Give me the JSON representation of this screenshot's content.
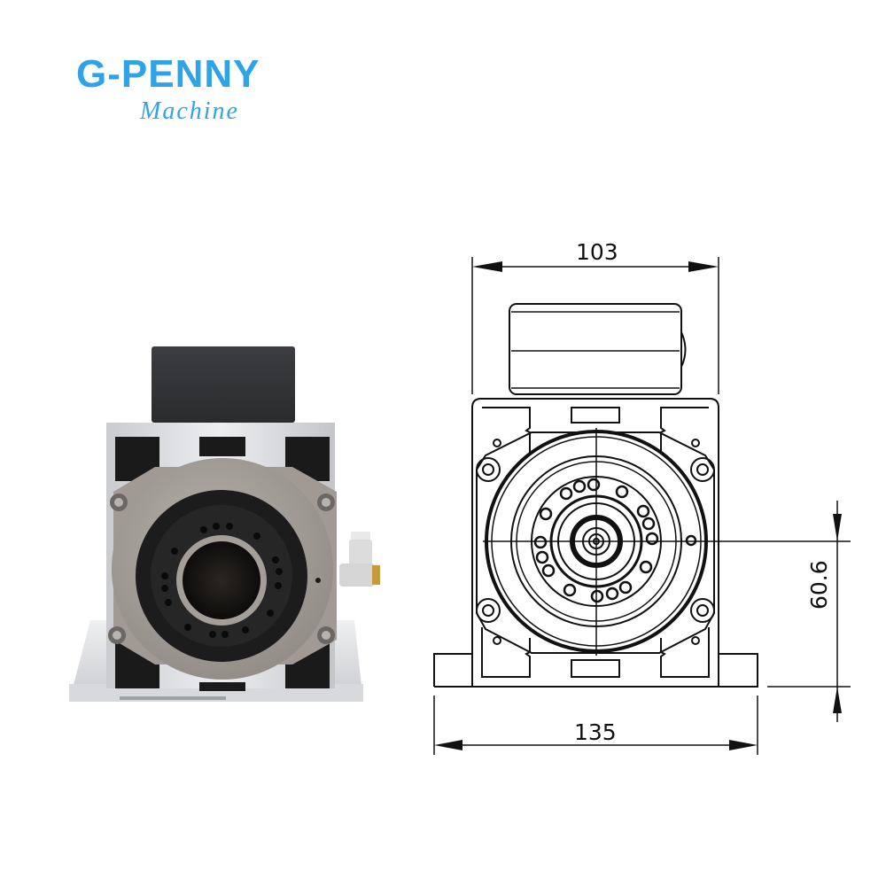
{
  "logo": {
    "brand": "G-PENNY",
    "subtitle": "Machine",
    "color": "#2fa3e6"
  },
  "photo": {
    "subject": "square air-cooled spindle motor, front view",
    "parts": [
      "junction-box",
      "aluminium-housing",
      "front-flange",
      "spindle-nose",
      "mounting-screws",
      "air-fitting",
      "base-plate"
    ]
  },
  "drawing": {
    "view": "front view technical drawing",
    "dimensions": {
      "top_width": "103",
      "base_width": "135",
      "center_height": "60.6"
    },
    "line_color": "#111111"
  }
}
